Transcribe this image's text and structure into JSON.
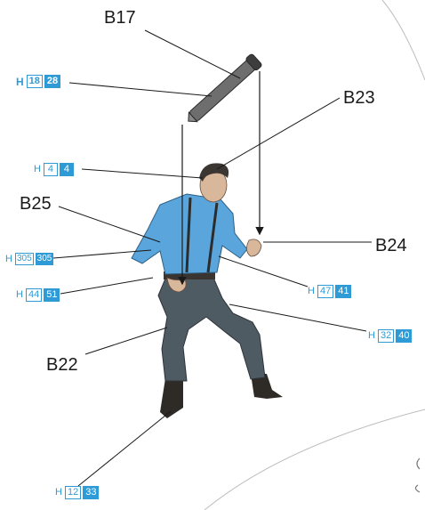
{
  "parts": [
    {
      "id": "B17",
      "label": "B17"
    },
    {
      "id": "B23",
      "label": "B23"
    },
    {
      "id": "B25",
      "label": "B25"
    },
    {
      "id": "B24",
      "label": "B24"
    },
    {
      "id": "B22",
      "label": "B22"
    }
  ],
  "color_refs": [
    {
      "prefix": "H",
      "code_a": "18",
      "code_b": "28"
    },
    {
      "prefix": "H",
      "code_a": "4",
      "code_b": "4"
    },
    {
      "prefix": "H",
      "code_a": "305",
      "code_b": "305"
    },
    {
      "prefix": "H",
      "code_a": "44",
      "code_b": "51"
    },
    {
      "prefix": "H",
      "code_a": "47",
      "code_b": "41"
    },
    {
      "prefix": "H",
      "code_a": "32",
      "code_b": "40"
    },
    {
      "prefix": "H",
      "code_a": "12",
      "code_b": "33"
    }
  ],
  "colors": {
    "accent": "#2f9bd6",
    "shirt": "#5aa6dc",
    "trousers": "#4f5b62",
    "boots": "#2e2a26",
    "hair": "#3b3632",
    "skin": "#d9b79a",
    "line": "#1a1a1a"
  }
}
